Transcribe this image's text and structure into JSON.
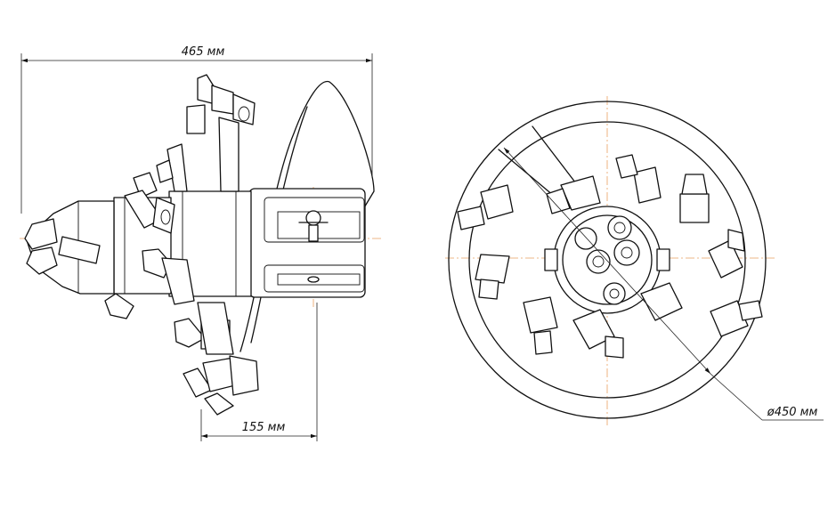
{
  "dimensions": {
    "overall_length": "465 мм",
    "offset": "155 мм",
    "diameter": "ø450 мм"
  },
  "colors": {
    "line": "#111111",
    "axis": "#e8a060",
    "background": "#ffffff"
  }
}
